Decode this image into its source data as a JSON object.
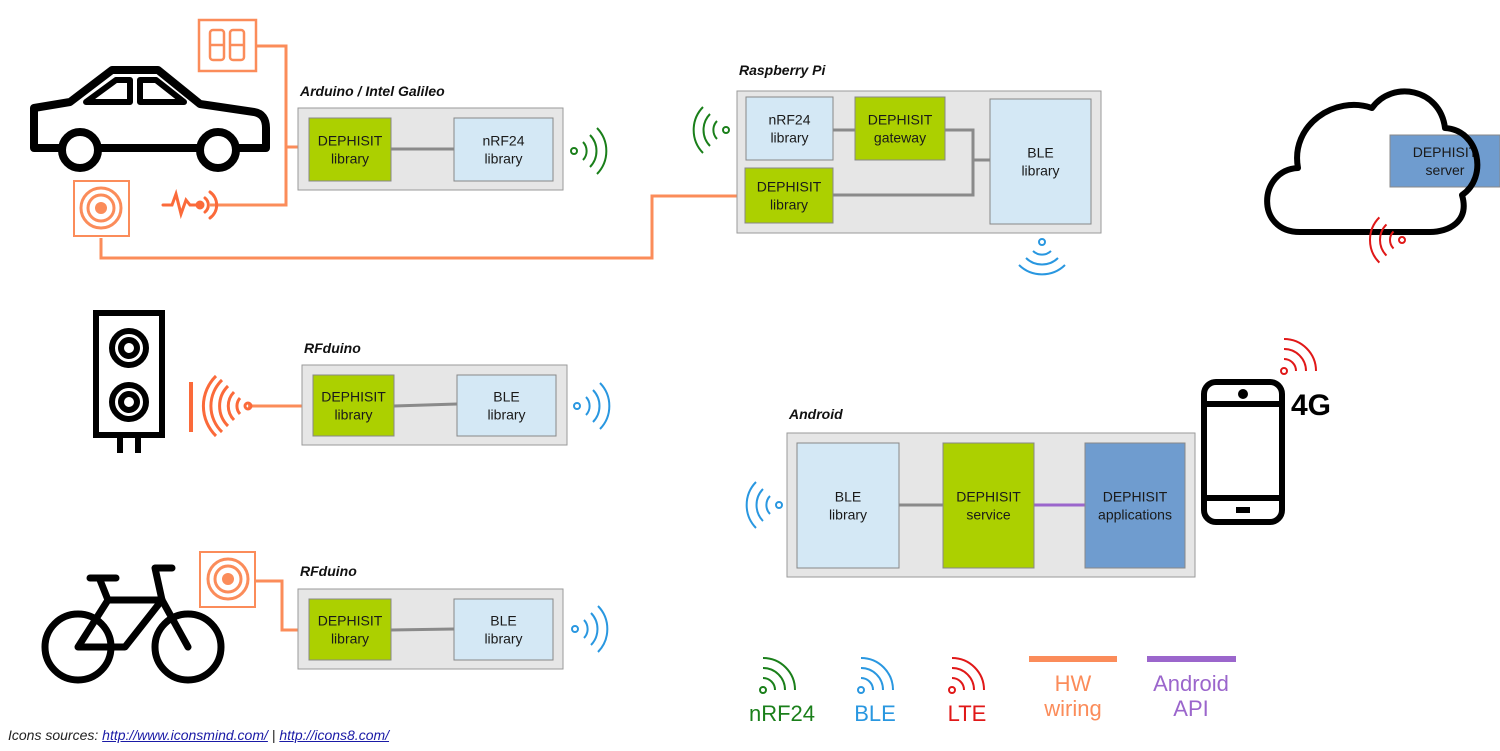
{
  "colors": {
    "lime": "#acd000",
    "lightblue": "#d4e8f5",
    "steelblue": "#6f9ccf",
    "hw_wiring": "#fb8c5a",
    "android_api": "#9b66cc",
    "nrf24": "#1a7f1a",
    "ble": "#2997e0",
    "lte": "#e01818",
    "panel": "#e6e6e6",
    "connector": "#8a8a8a"
  },
  "devices": {
    "arduino": {
      "title": "Arduino / Intel Galileo",
      "boxes": [
        {
          "label": "DEPHISIT\nlibrary",
          "color": "lime"
        },
        {
          "label": "nRF24\nlibrary",
          "color": "lightblue"
        }
      ]
    },
    "raspberry": {
      "title": "Raspberry Pi",
      "boxes": [
        {
          "label": "nRF24\nlibrary",
          "color": "lightblue"
        },
        {
          "label": "DEPHISIT\ngateway",
          "color": "lime"
        },
        {
          "label": "DEPHISIT\nlibrary",
          "color": "lime"
        },
        {
          "label": "BLE\nlibrary",
          "color": "lightblue"
        }
      ]
    },
    "rfduino1": {
      "title": "RFduino",
      "boxes": [
        {
          "label": "DEPHISIT\nlibrary",
          "color": "lime"
        },
        {
          "label": "BLE\nlibrary",
          "color": "lightblue"
        }
      ]
    },
    "rfduino2": {
      "title": "RFduino",
      "boxes": [
        {
          "label": "DEPHISIT\nlibrary",
          "color": "lime"
        },
        {
          "label": "BLE\nlibrary",
          "color": "lightblue"
        }
      ]
    },
    "android": {
      "title": "Android",
      "boxes": [
        {
          "label": "BLE\nlibrary",
          "color": "lightblue"
        },
        {
          "label": "DEPHISIT\nservice",
          "color": "lime"
        },
        {
          "label": "DEPHISIT\napplications",
          "color": "steelblue"
        }
      ]
    },
    "cloud": {
      "boxes": [
        {
          "label": "DEPHISIT\nserver",
          "color": "steelblue"
        }
      ]
    }
  },
  "phone_badge": "4G",
  "icons": [
    "car-icon",
    "seven-segment-display-icon",
    "sensor-icon",
    "heartbeat-signal-icon",
    "traffic-light-icon",
    "bicycle-icon",
    "cloud-icon",
    "smartphone-icon",
    "wireless-signal-icon"
  ],
  "legend": [
    {
      "label": "nRF24",
      "color": "nrf24",
      "kind": "signal"
    },
    {
      "label": "BLE",
      "color": "ble",
      "kind": "signal"
    },
    {
      "label": "LTE",
      "color": "lte",
      "kind": "signal"
    },
    {
      "label": "HW\nwiring",
      "color": "hw_wiring",
      "kind": "line"
    },
    {
      "label": "Android\nAPI",
      "color": "android_api",
      "kind": "line"
    }
  ],
  "footer": {
    "prefix": "Icons sources:",
    "link1": "http://www.iconsmind.com/",
    "separator": "|",
    "link2": "http://icons8.com/"
  }
}
